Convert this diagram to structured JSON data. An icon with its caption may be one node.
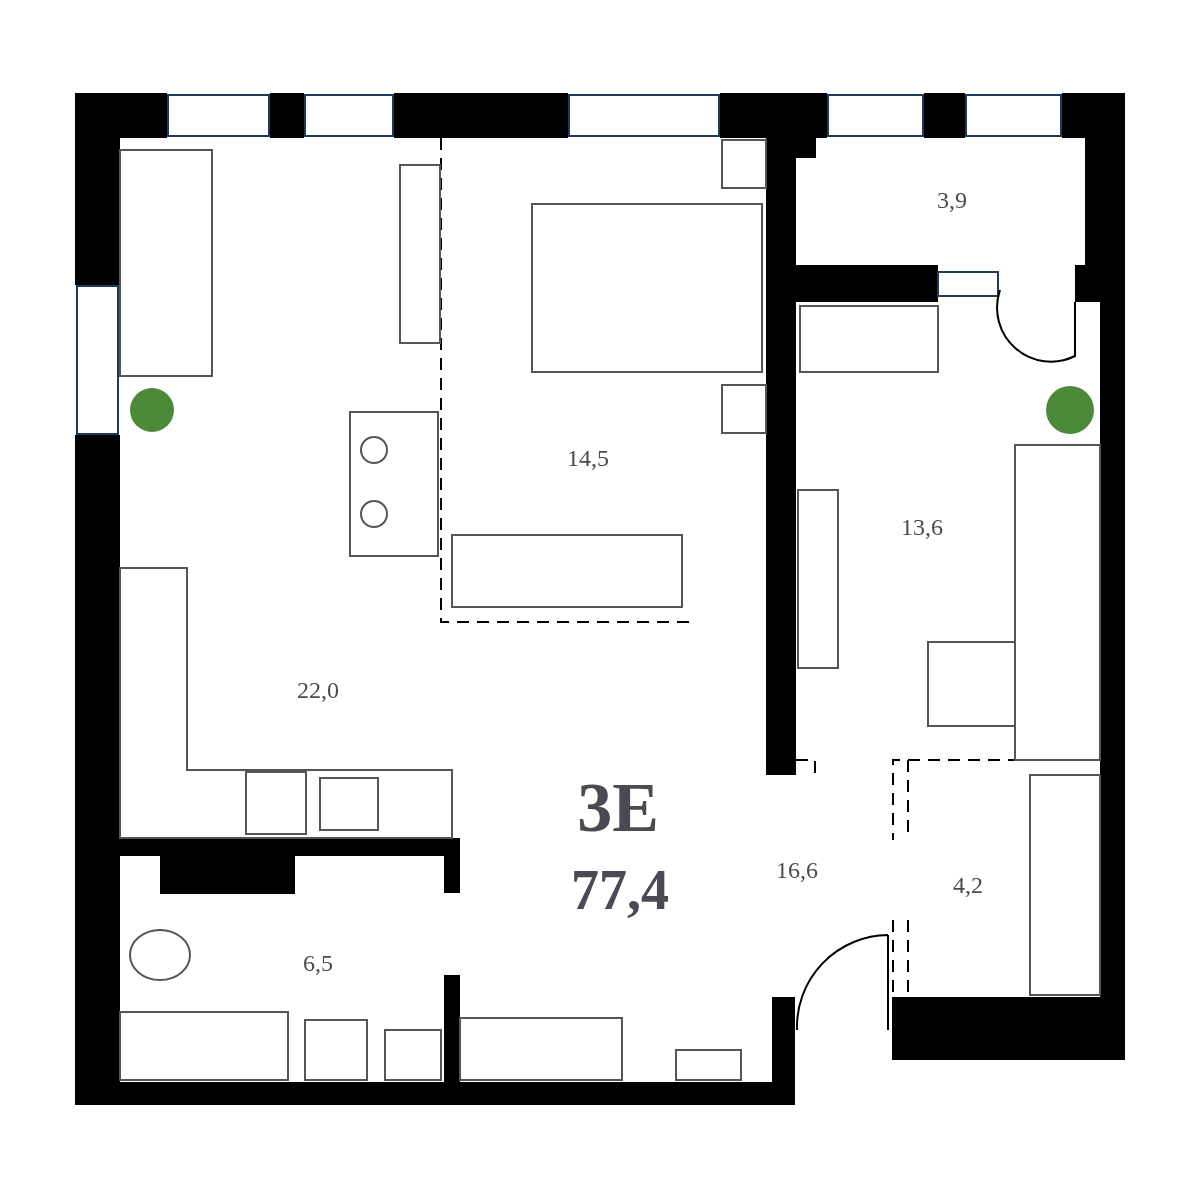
{
  "diagram": {
    "labels": [
      "3,9",
      "14,5",
      "13,6",
      "22,0",
      "3E",
      "16,6",
      "4,2",
      "77,4",
      "6,5"
    ]
  }
}
